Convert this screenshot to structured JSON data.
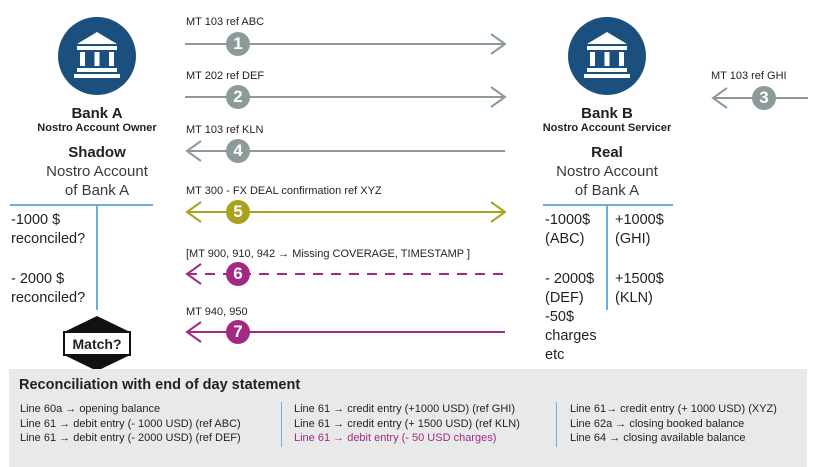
{
  "bank_a": {
    "name": "Bank A",
    "role": "Nostro Account Owner",
    "account_title": "Shadow",
    "account_subtitle_1": "Nostro Account",
    "account_subtitle_2": "of Bank A",
    "entries": [
      "-1000 $ reconciled?",
      "- 2000 $ reconciled?"
    ]
  },
  "bank_b": {
    "name": "Bank B",
    "role": "Nostro Account Servicer",
    "account_title": "Real",
    "account_subtitle_1": "Nostro Account",
    "account_subtitle_2": "of Bank A",
    "debit_entries": [
      "-1000$ (ABC)",
      "- 2000$ (DEF)",
      "-50$ charges etc"
    ],
    "credit_entries": [
      "+1000$ (GHI)",
      "+1500$ (KLN)"
    ]
  },
  "messages": [
    {
      "number": "1",
      "label": "MT 103  ref ABC",
      "color": "#8c9a9a"
    },
    {
      "number": "2",
      "label": "MT 202 ref DEF",
      "color": "#8c9a9a"
    },
    {
      "number": "3",
      "label": "MT 103 ref GHI",
      "color": "#8c9a9a"
    },
    {
      "number": "4",
      "label": "MT 103 ref KLN",
      "color": "#8c9a9a"
    },
    {
      "number": "5",
      "label": "MT 300 - FX DEAL confirmation ref XYZ",
      "color": "#a8a21f"
    },
    {
      "number": "6",
      "label": "[MT 900, 910, 942 →  Missing COVERAGE, TIMESTAMP ]",
      "color": "#a32a82"
    },
    {
      "number": "7",
      "label": "MT 940, 950",
      "color": "#a32a82"
    }
  ],
  "match_label": "Match?",
  "summary": {
    "title": "Reconciliation with end of day statement",
    "columns": [
      [
        {
          "text": "Line 60a → opening balance",
          "highlight": false
        },
        {
          "text": "Line 61 → debit entry (- 1000 USD) (ref ABC)",
          "highlight": false
        },
        {
          "text": "Line 61 → debit entry (- 2000 USD) (ref DEF)",
          "highlight": false
        }
      ],
      [
        {
          "text": "Line 61 → credit entry (+1000 USD) (ref GHI)",
          "highlight": false
        },
        {
          "text": "Line 61 → credit entry (+ 1500 USD) (ref KLN)",
          "highlight": false
        },
        {
          "text": "Line 61 → debit entry (- 50 USD charges)",
          "highlight": true
        }
      ],
      [
        {
          "text": "Line 61→ credit entry (+ 1000 USD) (XYZ)",
          "highlight": false
        },
        {
          "text": "Line 62a → closing booked balance",
          "highlight": false
        },
        {
          "text": "Line 64 → closing available balance",
          "highlight": false
        }
      ]
    ]
  },
  "colors": {
    "bank_circle": "#1a4f7e",
    "account_line": "#6ab0de",
    "highlight_text": "#a32a82",
    "grey_arrow": "#8c9a9a",
    "olive_arrow": "#a8a21f",
    "magenta_arrow": "#a32a82"
  }
}
